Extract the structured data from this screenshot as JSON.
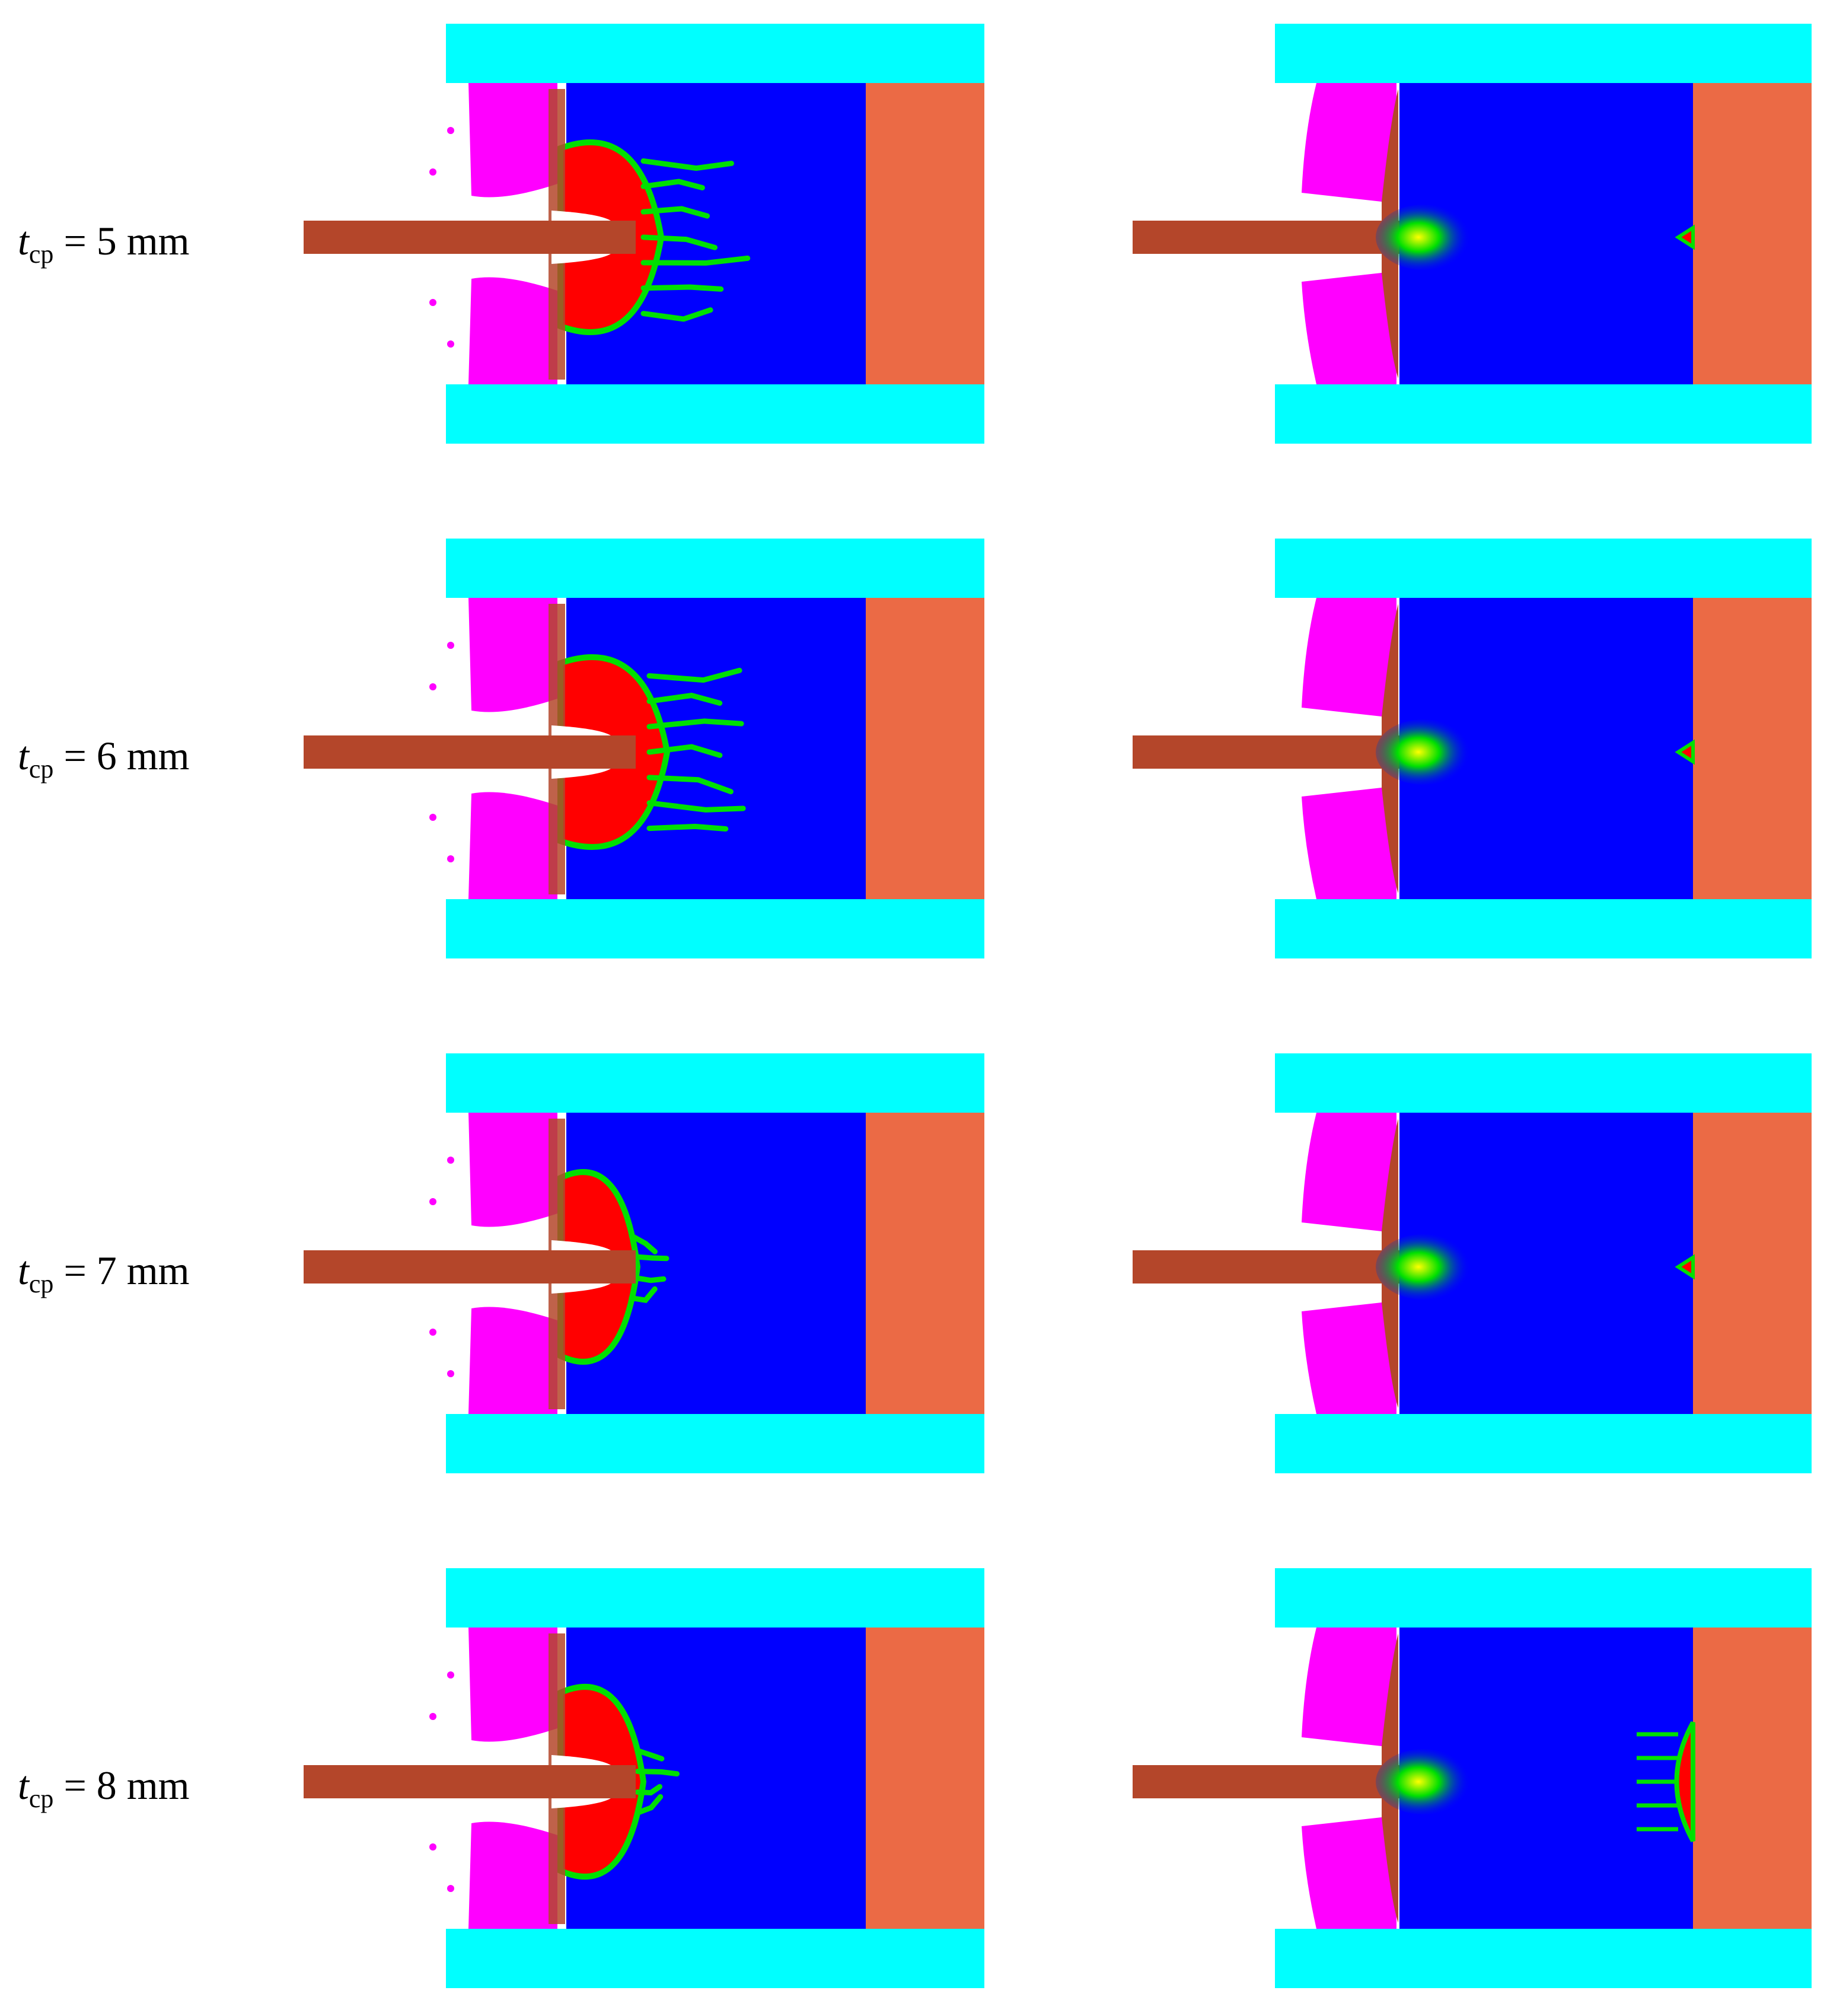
{
  "rows": [
    {
      "symbol": "t",
      "subscript": "cp",
      "text": " = 5 mm"
    },
    {
      "symbol": "t",
      "subscript": "cp",
      "text": " = 6 mm"
    },
    {
      "symbol": "t",
      "subscript": "cp",
      "text": " = 7 mm"
    },
    {
      "symbol": "t",
      "subscript": "cp",
      "text": " = 8 mm"
    }
  ],
  "colors": {
    "plate": "#00ffff",
    "liner": "#ff00ff",
    "target": "#0000ff",
    "backing": "#eb6a45",
    "jet": "#b4462a",
    "damage": "#ff0000",
    "front": "#00e000",
    "hot": "#ffff00"
  }
}
